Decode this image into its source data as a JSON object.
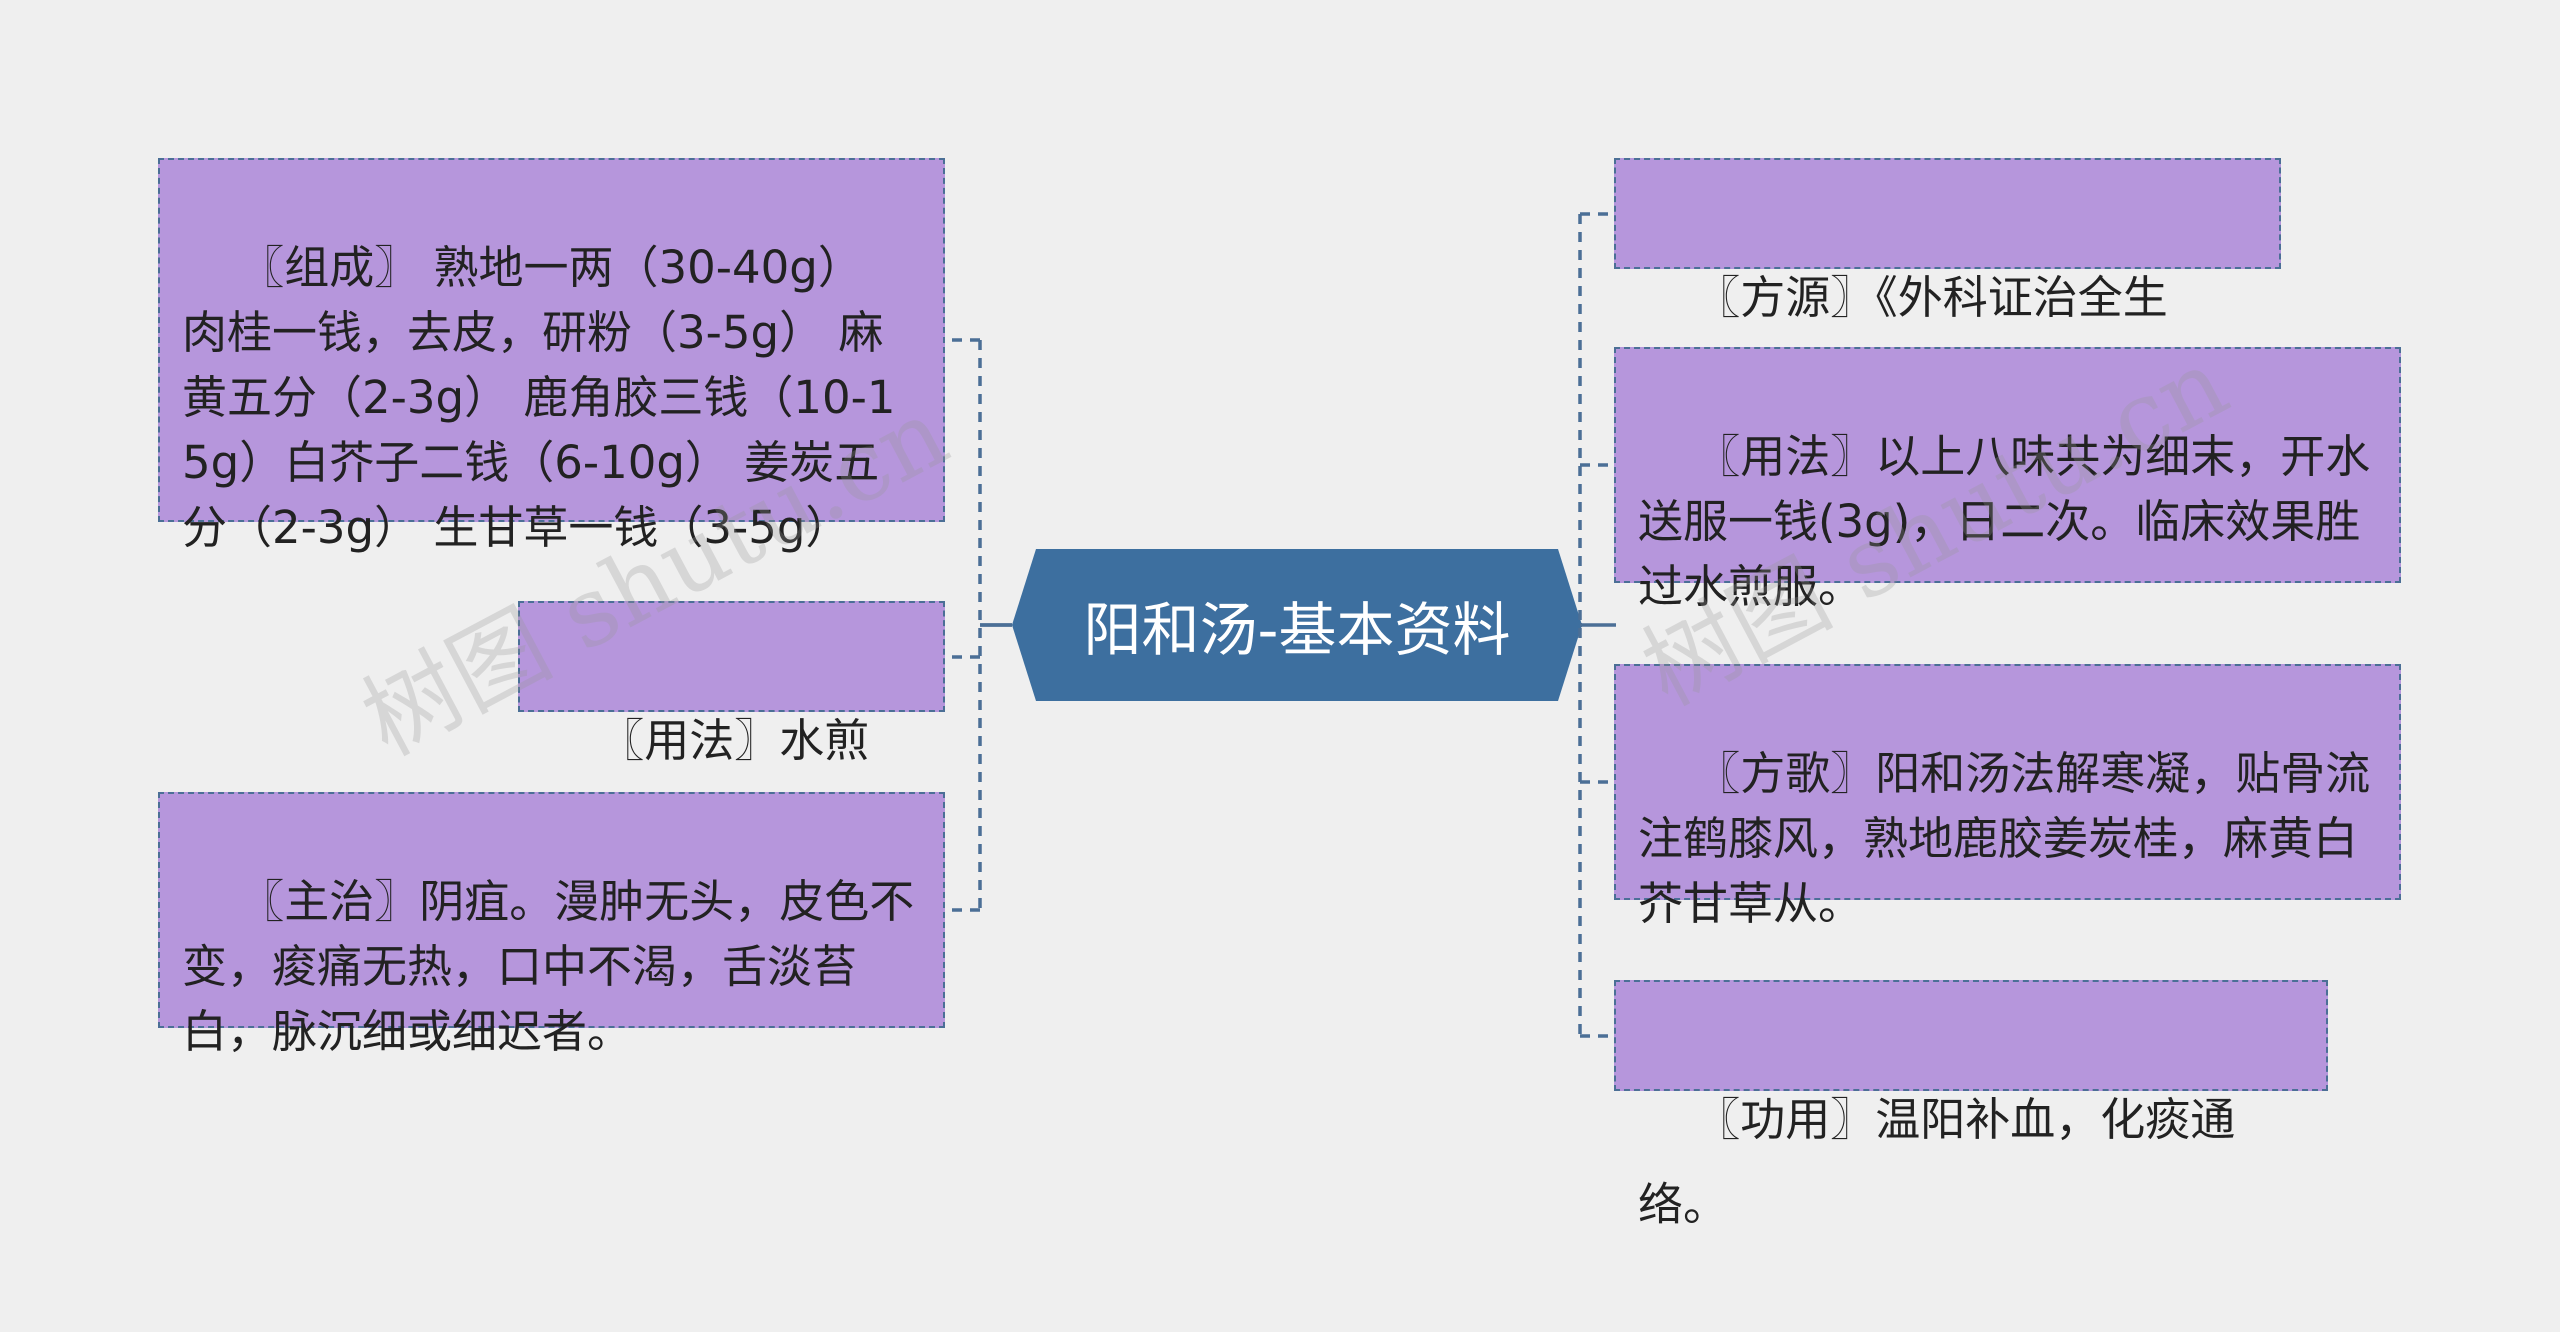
{
  "center": {
    "label": "阳和汤-基本资料"
  },
  "left_nodes": [
    {
      "text": "〖组成〗 熟地一两（30-40g） 肉桂一钱，去皮，研粉（3-5g） 麻黄五分（2-3g） 鹿角胶三钱（10-15g）白芥子二钱（6-10g） 姜炭五分（2-3g） 生甘草一钱（3-5g）"
    },
    {
      "text": "〖用法〗水煎服。"
    },
    {
      "text": "〖主治〗阴疽。漫肿无头，皮色不变，痠痛无热，口中不渴，舌淡苔白，脉沉细或细迟者。"
    }
  ],
  "right_nodes": [
    {
      "text": "〖方源〗《外科证治全生集》"
    },
    {
      "text": "〖用法〗以上八味共为细末，开水送服一钱(3g)，日二次。临床效果胜过水煎服。"
    },
    {
      "text": "〖方歌〗阳和汤法解寒凝，贴骨流注鹤膝风，熟地鹿胶姜炭桂，麻黄白芥甘草从。"
    },
    {
      "text": "〖功用〗温阳补血，化痰通络。"
    }
  ],
  "watermark": "树图 shutu.cn",
  "colors": {
    "background": "#efefef",
    "node_fill": "#b696dc",
    "node_border": "#4b6f96",
    "center_fill": "#3d6f9f",
    "connector": "#4b6f96"
  }
}
